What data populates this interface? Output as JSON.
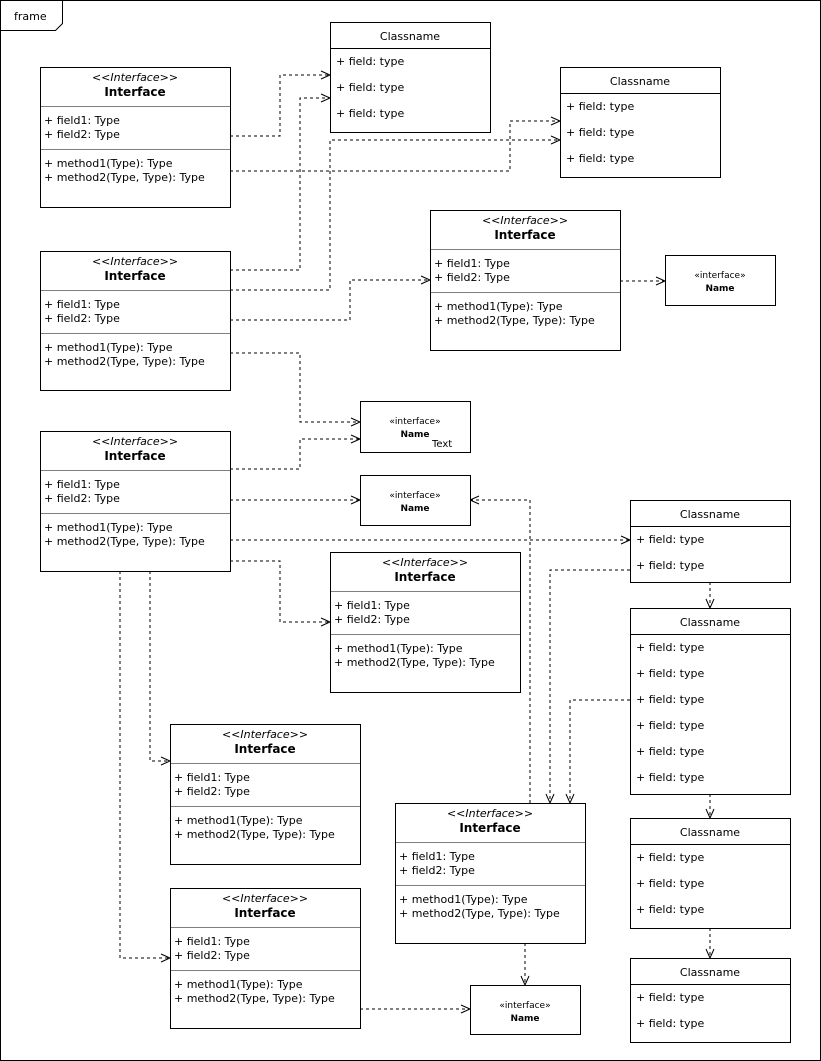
{
  "frame": {
    "label": "frame"
  },
  "interfaces": [
    {
      "stereotype": "<<Interface>>",
      "name": "Interface",
      "fields": [
        "+ field1: Type",
        "+ field2: Type"
      ],
      "methods": [
        "+ method1(Type): Type",
        "+ method2(Type, Type): Type"
      ]
    },
    {
      "stereotype": "<<Interface>>",
      "name": "Interface",
      "fields": [
        "+ field1: Type",
        "+ field2: Type"
      ],
      "methods": [
        "+ method1(Type): Type",
        "+ method2(Type, Type): Type"
      ]
    },
    {
      "stereotype": "<<Interface>>",
      "name": "Interface",
      "fields": [
        "+ field1: Type",
        "+ field2: Type"
      ],
      "methods": [
        "+ method1(Type): Type",
        "+ method2(Type, Type): Type"
      ]
    },
    {
      "stereotype": "<<Interface>>",
      "name": "Interface",
      "fields": [
        "+ field1: Type",
        "+ field2: Type"
      ],
      "methods": [
        "+ method1(Type): Type",
        "+ method2(Type, Type): Type"
      ]
    },
    {
      "stereotype": "<<Interface>>",
      "name": "Interface",
      "fields": [
        "+ field1: Type",
        "+ field2: Type"
      ],
      "methods": [
        "+ method1(Type): Type",
        "+ method2(Type, Type): Type"
      ]
    },
    {
      "stereotype": "<<Interface>>",
      "name": "Interface",
      "fields": [
        "+ field1: Type",
        "+ field2: Type"
      ],
      "methods": [
        "+ method1(Type): Type",
        "+ method2(Type, Type): Type"
      ]
    },
    {
      "stereotype": "<<Interface>>",
      "name": "Interface",
      "fields": [
        "+ field1: Type",
        "+ field2: Type"
      ],
      "methods": [
        "+ method1(Type): Type",
        "+ method2(Type, Type): Type"
      ]
    },
    {
      "stereotype": "<<Interface>>",
      "name": "Interface",
      "fields": [
        "+ field1: Type",
        "+ field2: Type"
      ],
      "methods": [
        "+ method1(Type): Type",
        "+ method2(Type, Type): Type"
      ]
    }
  ],
  "classes": [
    {
      "name": "Classname",
      "fields": [
        "+ field: type",
        "+ field: type",
        "+ field: type"
      ]
    },
    {
      "name": "Classname",
      "fields": [
        "+ field: type",
        "+ field: type",
        "+ field: type"
      ]
    },
    {
      "name": "Classname",
      "fields": [
        "+ field: type",
        "+ field: type"
      ]
    },
    {
      "name": "Classname",
      "fields": [
        "+ field: type",
        "+ field: type",
        "+ field: type",
        "+ field: type",
        "+ field: type",
        "+ field: type"
      ]
    },
    {
      "name": "Classname",
      "fields": [
        "+ field: type",
        "+ field: type",
        "+ field: type"
      ]
    },
    {
      "name": "Classname",
      "fields": [
        "+ field: type",
        "+ field: type"
      ]
    }
  ],
  "small_interfaces": [
    {
      "stereotype": "«interface»",
      "name": "Name",
      "extra": ""
    },
    {
      "stereotype": "«interface»",
      "name": "Name",
      "extra": "Text"
    },
    {
      "stereotype": "«interface»",
      "name": "Name",
      "extra": ""
    },
    {
      "stereotype": "«interface»",
      "name": "Name",
      "extra": ""
    }
  ]
}
